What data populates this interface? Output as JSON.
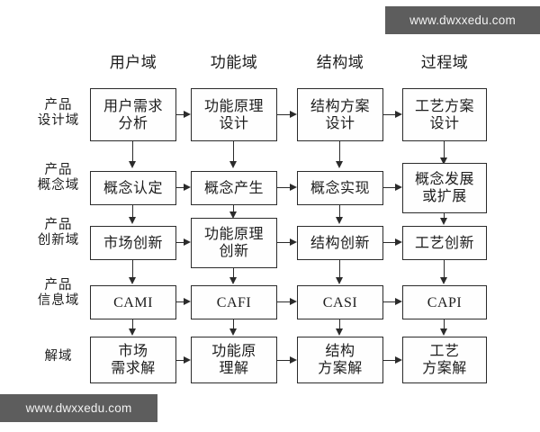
{
  "watermark": {
    "text": "www.dwxxedu.com"
  },
  "diagram": {
    "title": "",
    "type": "matrix-flowchart",
    "colors": {
      "background": "#ffffff",
      "stroke": "#2b2b2b",
      "text": "#1c1c1c",
      "watermark_bg": "#5d5d5d",
      "watermark_fg": "#f2f2f2"
    },
    "column_headers": [
      {
        "label": "用户域"
      },
      {
        "label": "功能域"
      },
      {
        "label": "结构域"
      },
      {
        "label": "过程域"
      }
    ],
    "row_labels": [
      {
        "line1": "产品",
        "line2": "设计域"
      },
      {
        "line1": "产品",
        "line2": "概念域"
      },
      {
        "line1": "产品",
        "line2": "创新域"
      },
      {
        "line1": "产品",
        "line2": "信息域"
      },
      {
        "line1": "解域",
        "line2": ""
      }
    ],
    "rows": [
      {
        "name": "产品设计域",
        "cells": [
          {
            "line1": "用户需求",
            "line2": "分析"
          },
          {
            "line1": "功能原理",
            "line2": "设计"
          },
          {
            "line1": "结构方案",
            "line2": "设计"
          },
          {
            "line1": "工艺方案",
            "line2": "设计"
          }
        ]
      },
      {
        "name": "产品概念域",
        "cells": [
          {
            "line1": "概念认定",
            "line2": ""
          },
          {
            "line1": "概念产生",
            "line2": ""
          },
          {
            "line1": "概念实现",
            "line2": ""
          },
          {
            "line1": "概念发展",
            "line2": "或扩展"
          }
        ]
      },
      {
        "name": "产品创新域",
        "cells": [
          {
            "line1": "市场创新",
            "line2": ""
          },
          {
            "line1": "功能原理",
            "line2": "创新"
          },
          {
            "line1": "结构创新",
            "line2": ""
          },
          {
            "line1": "工艺创新",
            "line2": ""
          }
        ]
      },
      {
        "name": "产品信息域",
        "cells": [
          {
            "line1": "CAMI",
            "line2": ""
          },
          {
            "line1": "CAFI",
            "line2": ""
          },
          {
            "line1": "CASI",
            "line2": ""
          },
          {
            "line1": "CAPI",
            "line2": ""
          }
        ]
      },
      {
        "name": "解域",
        "cells": [
          {
            "line1": "市场",
            "line2": "需求解"
          },
          {
            "line1": "功能原",
            "line2": "理解"
          },
          {
            "line1": "结构",
            "line2": "方案解"
          },
          {
            "line1": "工艺",
            "line2": "方案解"
          }
        ]
      }
    ]
  }
}
